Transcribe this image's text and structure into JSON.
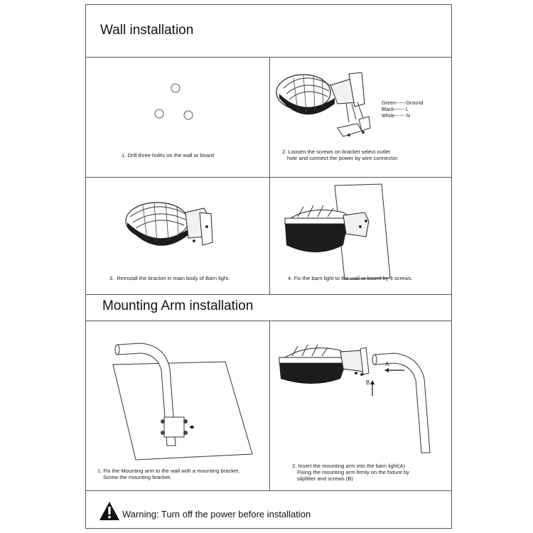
{
  "sections": {
    "wall_title": "Wall installation",
    "arm_title": "Mounting Arm installation"
  },
  "steps": {
    "s1": "1. Drill three holes on the wall or board",
    "s2_l1": "2. Loosen the screws on bracket select outlet",
    "s2_l2": "hole and connect the power by wire connector.",
    "s3": "3.  Reinstall the bracket in main body of Barn light.",
    "s4": "4. Fix the barn light to the wall or board by 3 screws.",
    "arm1_l1": "1. Fix the Mounting arm to the wall with a mounting bracket.",
    "arm1_l2": "Screw the mounting bracket.",
    "arm2_l1": "2. Insert the mounting arm into the barn light(A)",
    "arm2_l2": "Fixing the mounting arm firmly on the fixture by",
    "arm2_l3": "slipfitter and screws (B)"
  },
  "wiring": {
    "green": "Green------Ground",
    "black": "Black------ L",
    "white": "White------ N"
  },
  "labels": {
    "a": "A",
    "b": "B"
  },
  "warning": {
    "text": "Warning: Turn off the power before installation"
  }
}
